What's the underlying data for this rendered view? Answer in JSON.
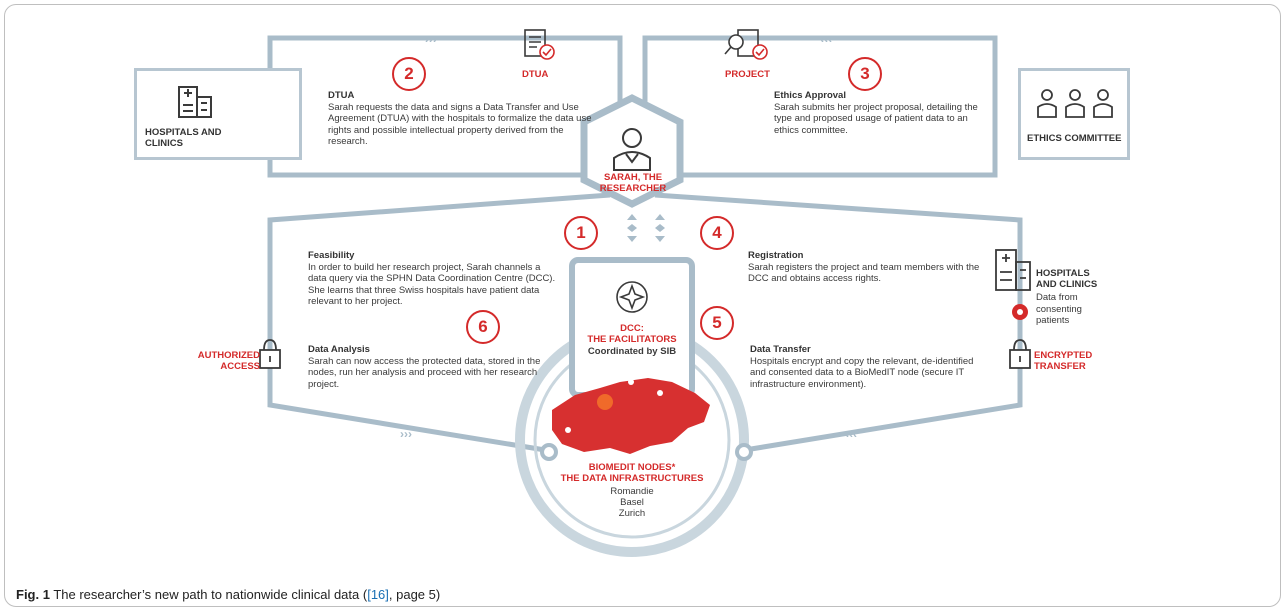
{
  "steps": {
    "s1": {
      "number": "1"
    },
    "s2": {
      "number": "2",
      "label": "DTUA",
      "title": "DTUA",
      "body": "Sarah requests the data and signs a Data Transfer and Use Agreement (DTUA) with the hospitals to formalize the data use rights and possible intellectual property derived from the research."
    },
    "s3": {
      "number": "3",
      "label": "PROJECT",
      "title": "Ethics Approval",
      "body": "Sarah submits her project proposal, detailing the type and proposed usage of patient data to an ethics committee."
    },
    "s4": {
      "number": "4",
      "title": "Registration",
      "body": "Sarah registers the project and team members with the DCC and obtains access rights."
    },
    "s5": {
      "number": "5",
      "title": "Data Transfer",
      "body": "Hospitals encrypt and copy the relevant, de-identified and consented data to a BioMedIT node (secure IT infrastructure environment)."
    },
    "s6": {
      "number": "6",
      "title": "Data Analysis",
      "body": "Sarah can now access the protected data, stored in the nodes, run her analysis and proceed with her research project."
    },
    "feasibility": {
      "title": "Feasibility",
      "body": "In order to build her research project, Sarah channels a data query via the SPHN Data Coordination Centre (DCC). She learns that three Swiss hospitals have patient data relevant to her project."
    }
  },
  "actors": {
    "hospitals_left": "HOSPITALS AND CLINICS",
    "ethics": "ETHICS COMMITTEE",
    "researcher": "SARAH, THE RESEARCHER",
    "hospitals_right": "HOSPITALS AND CLINICS",
    "data_from": "Data from consenting patients"
  },
  "access": {
    "authorized": "AUTHORIZED ACCESS",
    "encrypted": "ENCRYPTED TRANSFER"
  },
  "dcc": {
    "title": "DCC:",
    "subtitle": "THE FACILITATORS",
    "coordinated": "Coordinated by SIB"
  },
  "nodes": {
    "title": "BIOMEDIT NODES*",
    "subtitle": "THE DATA INFRASTRUCTURES",
    "sites": [
      "Romandie",
      "Basel",
      "Zurich"
    ]
  },
  "caption": {
    "fig": "Fig. 1",
    "text_before": " The researcher’s new path to nationwide clinical data (",
    "ref": "[16]",
    "text_after": ", page 5)"
  },
  "colors": {
    "accent": "#d42a2a",
    "line": "#a9bcc9",
    "dark": "#3a3a3a"
  }
}
